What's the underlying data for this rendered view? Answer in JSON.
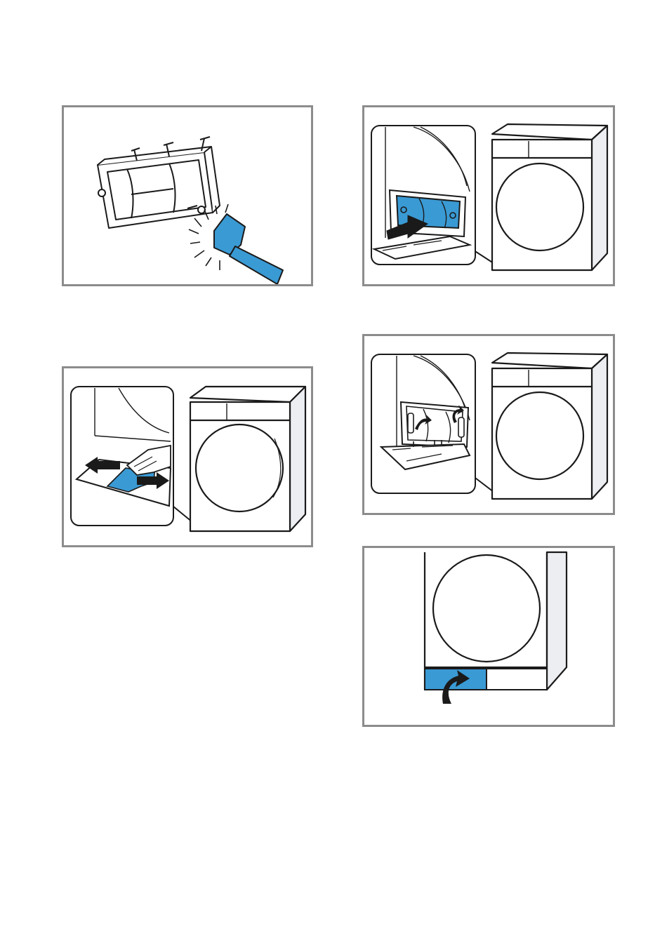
{
  "colors": {
    "accent_blue": "#3a9ad4",
    "frame_gray": "#8c8c8c",
    "line_black": "#1a1a1a",
    "panel_gray": "#eceef2"
  },
  "figures": [
    {
      "name": "clean-filter-with-brush",
      "icons": [
        "filter-icon",
        "brush-icon"
      ]
    },
    {
      "name": "insert-filter-into-dryer",
      "icons": [
        "filter-icon",
        "push-arrow-icon",
        "dryer-icon"
      ]
    },
    {
      "name": "wipe-filter-compartment",
      "icons": [
        "hand-icon",
        "cloth-icon",
        "double-arrow-icon",
        "dryer-icon"
      ]
    },
    {
      "name": "lock-filter-levers",
      "icons": [
        "lever-icon",
        "rotate-arrow-icon",
        "dryer-icon"
      ]
    },
    {
      "name": "close-maintenance-flap",
      "icons": [
        "flap-icon",
        "curved-arrow-icon",
        "dryer-icon"
      ]
    }
  ]
}
